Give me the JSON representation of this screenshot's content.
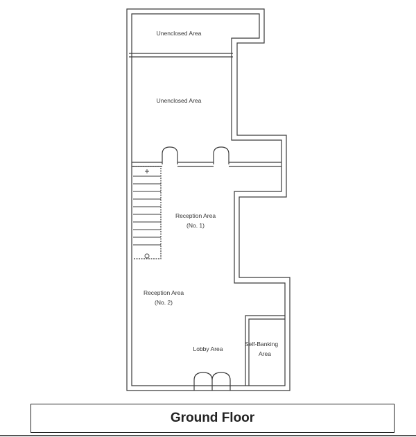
{
  "plan": {
    "rooms": [
      {
        "id": "unenclosed-area-1",
        "label": "Unenclosed Area"
      },
      {
        "id": "unenclosed-area-2",
        "label": "Unenclosed Area"
      },
      {
        "id": "reception-area-1",
        "line1": "Reception Area",
        "line2": "(No. 1)"
      },
      {
        "id": "reception-area-2",
        "line1": "Reception Area",
        "line2": "(No. 2)"
      },
      {
        "id": "lobby-area",
        "label": "Lobby Area"
      },
      {
        "id": "self-banking-area",
        "line1": "Self-Banking",
        "line2": "Area"
      }
    ],
    "wall_color": "#3a3a3a"
  },
  "caption": {
    "title": "Ground Floor"
  }
}
